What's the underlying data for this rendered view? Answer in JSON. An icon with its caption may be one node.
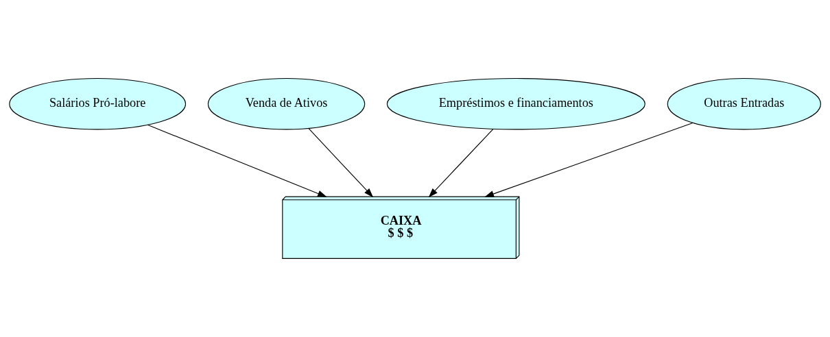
{
  "diagram": {
    "nodes": [
      {
        "text": [
          "Salários Pró-labore"
        ]
      },
      {
        "text": [
          "Venda de Ativos"
        ]
      },
      {
        "text": [
          "Empréstimos e financiamentos"
        ]
      },
      {
        "text": [
          "Outras Entradas"
        ]
      },
      {
        "text": [
          "CAIXA",
          "$ $ $"
        ]
      }
    ],
    "edges": [
      {
        "from": 0,
        "to": 4,
        "arrow": "to"
      },
      {
        "from": 1,
        "to": 4,
        "arrow": "to"
      },
      {
        "from": 2,
        "to": 4,
        "arrow": "to"
      },
      {
        "from": 3,
        "to": 4,
        "arrow": "to"
      }
    ]
  }
}
